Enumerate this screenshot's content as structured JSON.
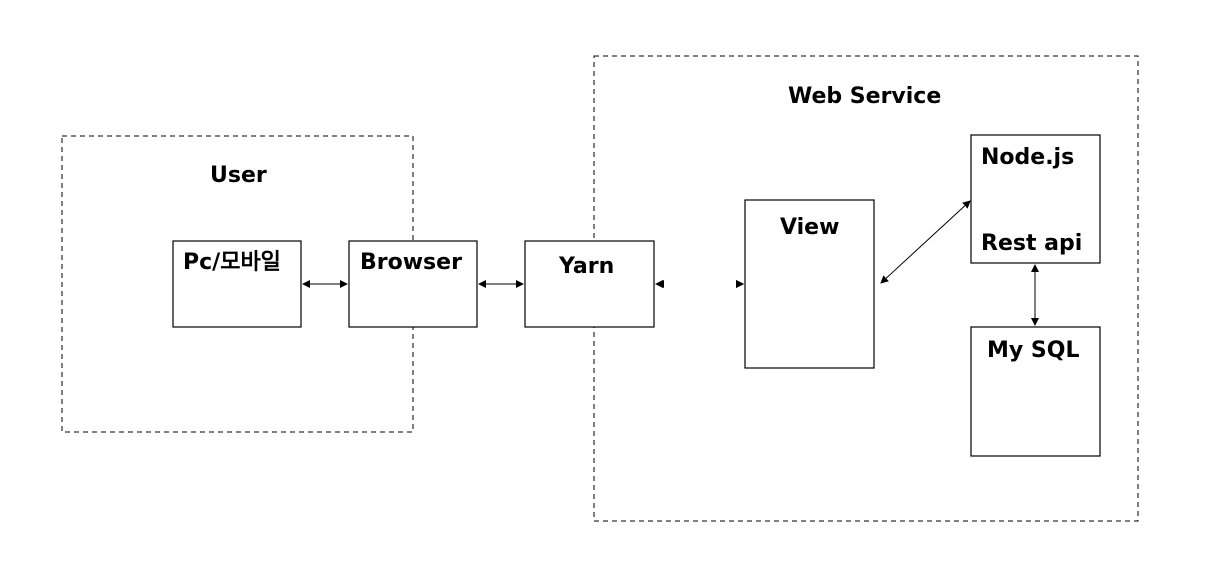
{
  "groups": {
    "user": "User",
    "web_service": "Web Service"
  },
  "nodes": {
    "pc_mobile": "Pc/모바일",
    "browser": "Browser",
    "yarn": "Yarn",
    "view": "View",
    "nodejs": "Node.js",
    "rest_api": "Rest api",
    "mysql": "My SQL"
  },
  "edges": [
    {
      "from": "Pc/모바일",
      "to": "Browser",
      "direction": "both"
    },
    {
      "from": "Browser",
      "to": "Yarn",
      "direction": "both"
    },
    {
      "from": "Yarn",
      "to": "View",
      "direction": "both"
    },
    {
      "from": "View",
      "to": "Node.js",
      "direction": "both"
    },
    {
      "from": "Node.js",
      "to": "My SQL",
      "direction": "both"
    }
  ],
  "colors": {
    "stroke": "#000000",
    "background": "#ffffff"
  }
}
